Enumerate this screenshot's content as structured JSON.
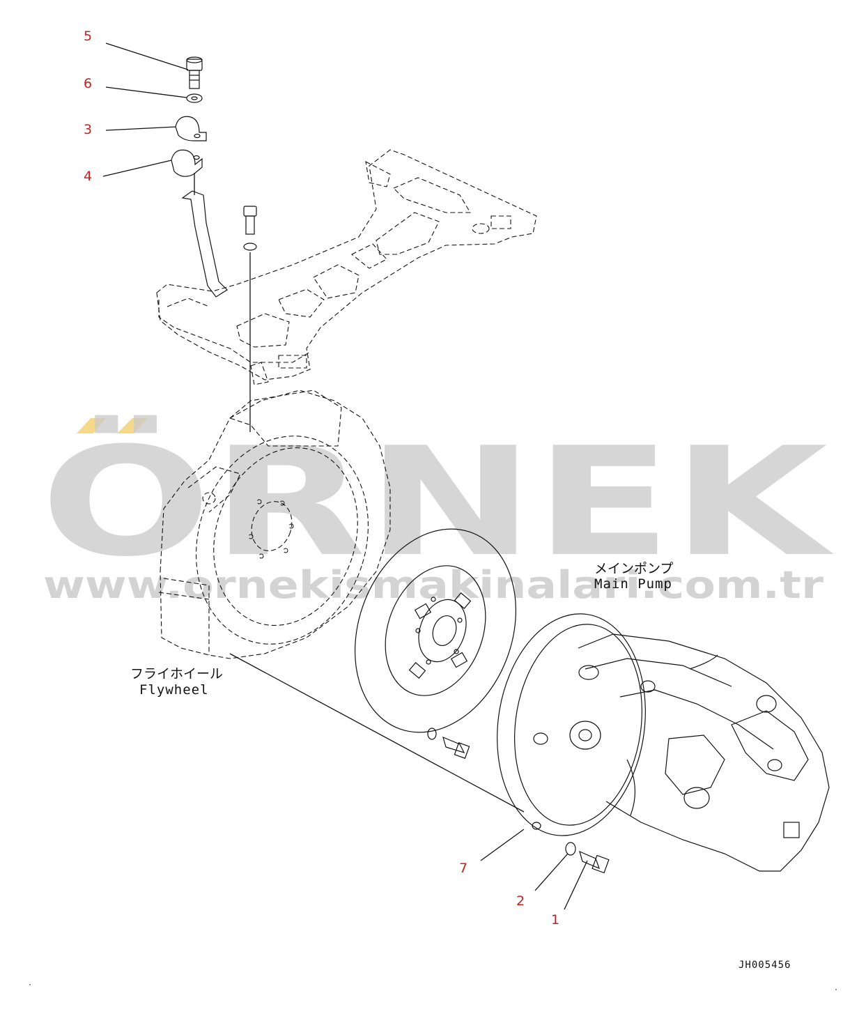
{
  "callouts": [
    {
      "id": "5",
      "label": "5"
    },
    {
      "id": "6",
      "label": "6"
    },
    {
      "id": "3",
      "label": "3"
    },
    {
      "id": "4",
      "label": "4"
    },
    {
      "id": "7",
      "label": "7"
    },
    {
      "id": "2",
      "label": "2"
    },
    {
      "id": "1",
      "label": "1"
    }
  ],
  "labels": {
    "flywheel_jp": "フライホイール",
    "flywheel_en": "Flywheel",
    "main_pump_jp": "メインポンプ",
    "main_pump_en": "Main Pump"
  },
  "reference_code": "JH005456",
  "watermark": {
    "brand": "ÖRNEK",
    "url": "www.ornekismakinalari.com.tr"
  },
  "colors": {
    "callout": "#c8201e",
    "watermark_gray": "#c9c9c9",
    "watermark_accent": "#f5d98a",
    "line": "#111111"
  }
}
